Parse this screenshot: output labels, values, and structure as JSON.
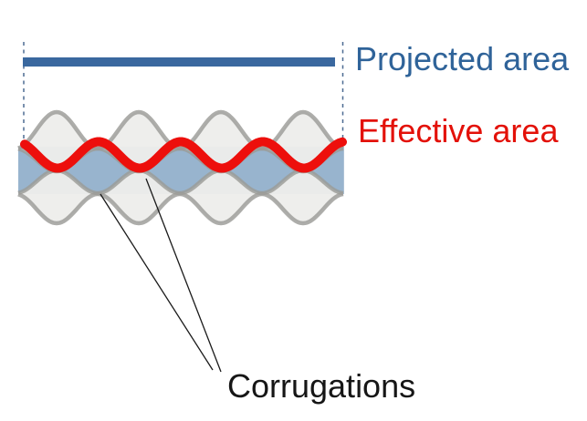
{
  "diagram": {
    "labels": {
      "projected": "Projected area",
      "effective": "Effective area",
      "corrugations": "Corrugations"
    },
    "colors": {
      "projected_blue": "#2f6399",
      "effective_red": "#e31109",
      "text_black": "#161616",
      "bar_blue": "#3a689f",
      "dash_blue": "#4d6b92",
      "wave_red": "#ed0f0c",
      "mesh_stroke": "#9b9b97",
      "mesh_fill": "#ededeb",
      "band_blue": "#adc2d6",
      "diamond_blue": "#96b2cd",
      "pointer_black": "#1a1a1a"
    }
  }
}
